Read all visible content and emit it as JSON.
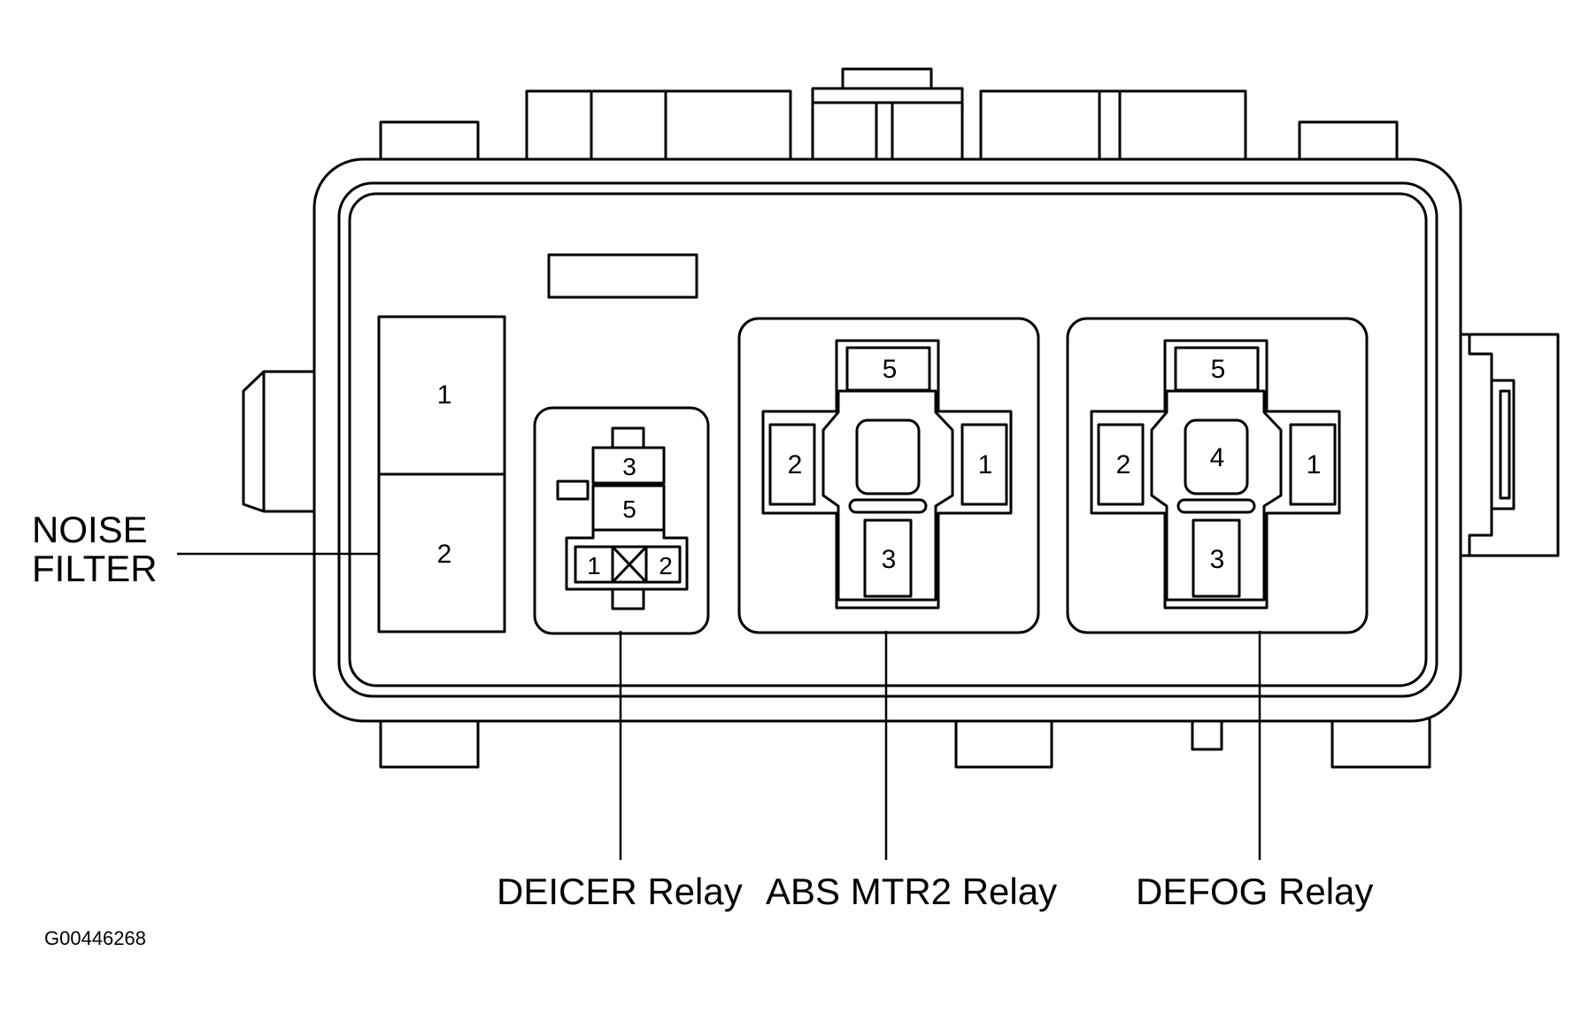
{
  "labels": {
    "noise_filter_line1": "NOISE",
    "noise_filter_line2": "FILTER",
    "deicer_relay": "DEICER Relay",
    "abs_mtr2_relay": "ABS MTR2 Relay",
    "defog_relay": "DEFOG Relay",
    "figure_id": "G00446268"
  },
  "noise_filter": {
    "terminals": [
      "1",
      "2"
    ]
  },
  "deicer_relay": {
    "terminals": [
      "3",
      "5",
      "1",
      "2"
    ]
  },
  "abs_mtr2_relay": {
    "terminals": [
      "5",
      "2",
      "1",
      "3"
    ]
  },
  "defog_relay": {
    "terminals": [
      "5",
      "2",
      "4",
      "1",
      "3"
    ]
  }
}
